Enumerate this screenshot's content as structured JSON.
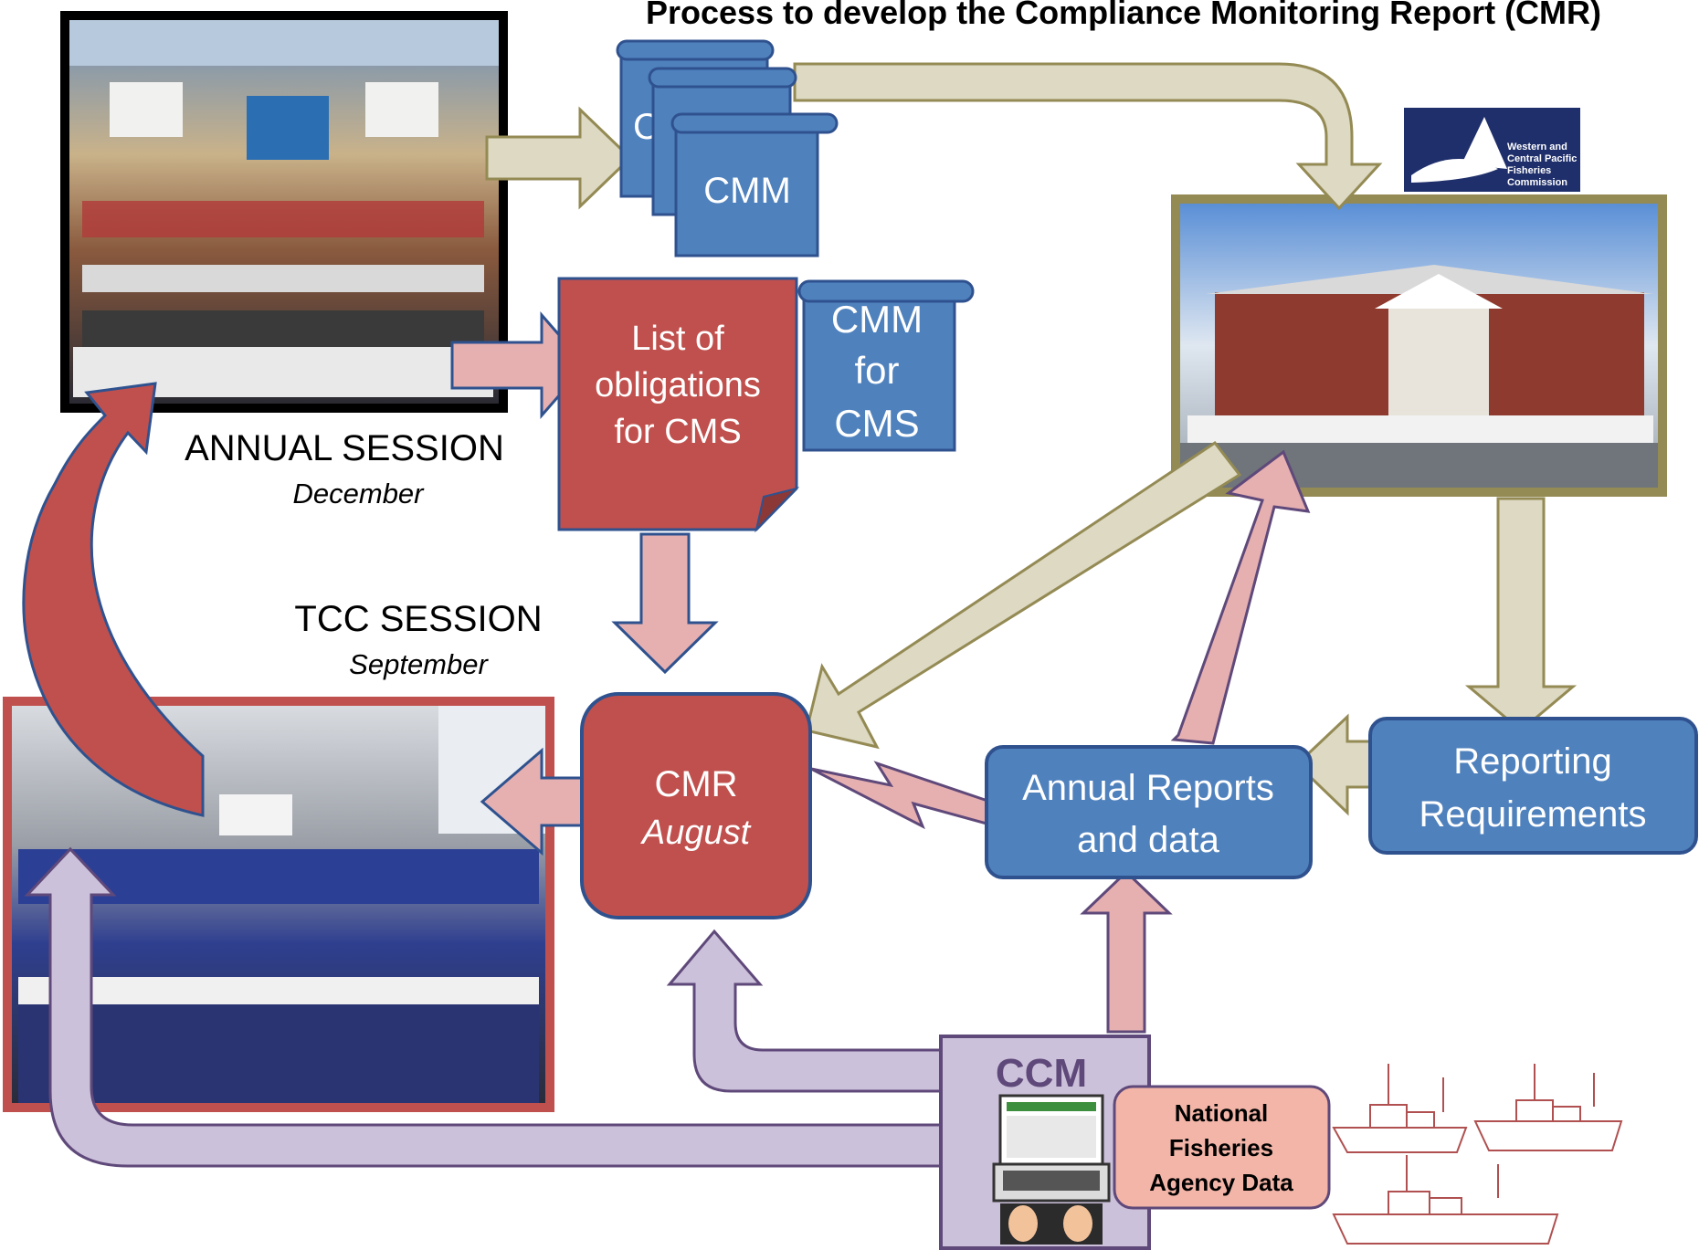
{
  "title": "Process to develop the Compliance Monitoring Report (CMR)",
  "cmm_stack": {
    "back_label": "C",
    "front_label": "CMM"
  },
  "list_box": {
    "line1": "List of",
    "line2": "obligations",
    "line3": "for CMS"
  },
  "cmm_for_cms": {
    "line1": "CMM",
    "line2": "for",
    "line3": "CMS"
  },
  "annual_session": {
    "title": "ANNUAL SESSION",
    "month": "December"
  },
  "tcc_session": {
    "title": "TCC SESSION",
    "month": "September"
  },
  "cmr_box": {
    "title": "CMR",
    "month": "August"
  },
  "annual_reports": {
    "line1": "Annual Reports",
    "line2": "and data"
  },
  "reporting_requirements": {
    "line1": "Reporting",
    "line2": "Requirements"
  },
  "ccm": {
    "label": "CCM"
  },
  "national_data": {
    "line1": "National",
    "line2": "Fisheries",
    "line3": "Agency Data"
  },
  "wcpfc_logo": {
    "line1": "Western and",
    "line2": "Central Pacific",
    "line3": "Fisheries",
    "line4": "Commission"
  },
  "colors": {
    "blue": "#4f81bd",
    "blue_dark": "#2f528f",
    "red": "#c0504d",
    "red_dark": "#8c3836",
    "pink": "#e6b0b0",
    "khaki": "#ddd9c3",
    "khaki_edge": "#948a54",
    "lavender": "#ccc1da",
    "lavender_edge": "#5f497a",
    "navy": "#1f2f6b"
  }
}
